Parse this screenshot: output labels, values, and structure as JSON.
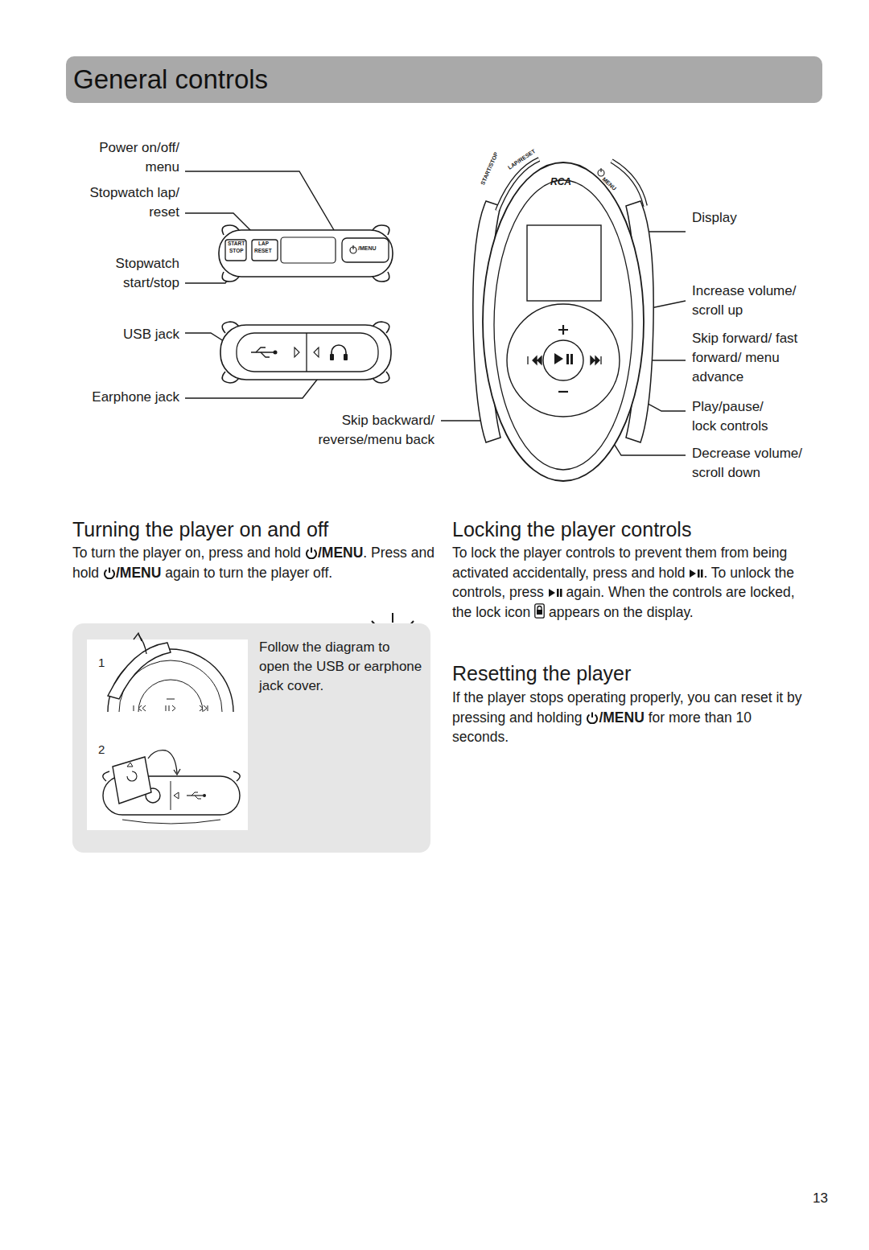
{
  "diagram": {
    "title": "General controls",
    "nodes": [
      {
        "text": [
          "Follow the diagram to open the USB or earphone jack cover."
        ]
      }
    ],
    "labels": [
      "Power on/off/ menu",
      "Stopwatch lap/ reset",
      "Stopwatch start/stop",
      "USB jack",
      "Earphone jack",
      "Skip backward/ reverse/menu back",
      "Display",
      "Increase volume/ scroll up",
      "Skip forward/ fast forward/ menu advance",
      "Play/pause/ lock controls",
      "Decrease volume/ scroll down",
      "START",
      "STOP",
      "LAP",
      "RESET",
      "/MENU",
      "START/STOP",
      "LAP/RESET",
      "RCA",
      "MENU",
      "Turning the player on and off",
      "To turn the player on, press and hold",
      "/MENU",
      ". Press and hold",
      "/MENU",
      "again to turn the player off.",
      "1",
      "2",
      "Locking the player controls",
      "To lock the player controls to prevent them from being activated accidentally, press and hold",
      ". To unlock the controls, press",
      "again. When the controls are locked, the lock icon",
      "appears on the display.",
      "Resetting the player",
      "If the player stops operating properly, you can reset it by pressing and holding",
      "/MENU",
      "for more than 10 seconds.",
      "13"
    ]
  }
}
